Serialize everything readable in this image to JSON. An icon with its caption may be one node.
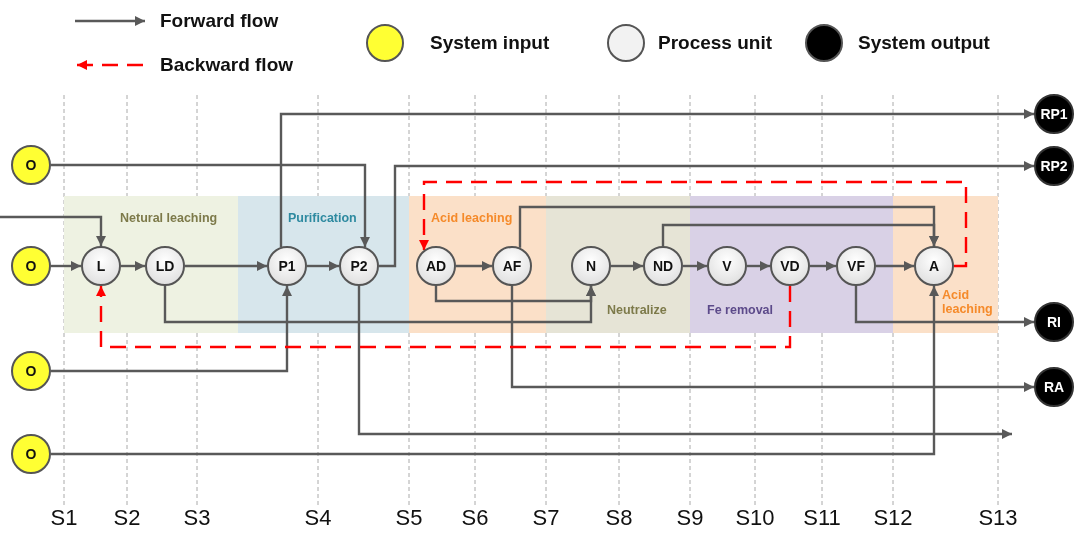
{
  "diagram": {
    "nodes": [
      {
        "text": [
          "O"
        ]
      },
      {
        "text": [
          "O"
        ]
      },
      {
        "text": [
          "O"
        ]
      },
      {
        "text": [
          "O"
        ]
      },
      {
        "text": [
          "Netural leaching"
        ]
      },
      {
        "text": [
          "L"
        ],
        "in": 4
      },
      {
        "text": [
          "LD"
        ],
        "in": 4
      },
      {
        "text": [
          "Purification"
        ]
      },
      {
        "text": [
          "P1"
        ],
        "in": 7
      },
      {
        "text": [
          "P2"
        ],
        "in": 7
      },
      {
        "text": [
          "Acid leaching"
        ]
      },
      {
        "text": [
          "AD"
        ],
        "in": 10
      },
      {
        "text": [
          "AF"
        ],
        "in": 10
      },
      {
        "text": [
          "Neutralize"
        ]
      },
      {
        "text": [
          "N"
        ],
        "in": 13
      },
      {
        "text": [
          "ND"
        ],
        "in": 13
      },
      {
        "text": [
          "Fe removal"
        ]
      },
      {
        "text": [
          "V"
        ],
        "in": 16
      },
      {
        "text": [
          "VD"
        ],
        "in": 16
      },
      {
        "text": [
          "VF"
        ],
        "in": 16
      },
      {
        "text": [
          "Acid leaching"
        ]
      },
      {
        "text": [
          "A"
        ],
        "in": 20
      },
      {
        "text": [
          "RP1"
        ]
      },
      {
        "text": [
          "RP2"
        ]
      },
      {
        "text": [
          "RI"
        ]
      },
      {
        "text": [
          "RA"
        ]
      }
    ],
    "edges": [
      {
        "from": 1,
        "to": 5,
        "arrow": "to"
      },
      {
        "from": null,
        "to": 5,
        "arrow": "to"
      },
      {
        "from": 5,
        "to": 6,
        "arrow": "to"
      },
      {
        "from": 6,
        "to": 8,
        "arrow": "to"
      },
      {
        "from": 8,
        "to": 9,
        "arrow": "to"
      },
      {
        "from": 0,
        "to": 9,
        "arrow": "to"
      },
      {
        "from": 2,
        "to": 8,
        "arrow": "to"
      },
      {
        "from": 8,
        "to": 22,
        "arrow": "to"
      },
      {
        "from": 9,
        "to": 23,
        "arrow": "to"
      },
      {
        "from": 9,
        "to": null,
        "arrow": "to"
      },
      {
        "from": 6,
        "to": 14,
        "arrow": "to"
      },
      {
        "from": 11,
        "to": 14,
        "arrow": "to"
      },
      {
        "from": 11,
        "to": 12,
        "arrow": "to"
      },
      {
        "from": 12,
        "to": 21,
        "arrow": "to"
      },
      {
        "from": 12,
        "to": 25,
        "arrow": "to"
      },
      {
        "from": 14,
        "to": 15,
        "arrow": "to"
      },
      {
        "from": 15,
        "to": 21,
        "arrow": "to"
      },
      {
        "from": 15,
        "to": 17,
        "arrow": "to"
      },
      {
        "from": 17,
        "to": 18,
        "arrow": "to"
      },
      {
        "from": 18,
        "to": 19,
        "arrow": "to"
      },
      {
        "from": 19,
        "to": 21,
        "arrow": "to"
      },
      {
        "from": 19,
        "to": 24,
        "arrow": "to"
      },
      {
        "from": 3,
        "to": 21,
        "arrow": "to"
      },
      {
        "from": 21,
        "to": 11,
        "arrow": "to",
        "style": "dashed",
        "color": "#ff0000"
      },
      {
        "from": 18,
        "to": 5,
        "arrow": "to",
        "style": "dashed",
        "color": "#ff0000"
      }
    ],
    "labels": [
      "S1",
      "S2",
      "S3",
      "S4",
      "S5",
      "S6",
      "S7",
      "S8",
      "S9",
      "S10",
      "S11",
      "S12",
      "S13"
    ],
    "legend": [
      {
        "text": "Forward flow"
      },
      {
        "text": "Backward flow"
      },
      {
        "text": "System input",
        "color": "#ffff33"
      },
      {
        "text": "Process unit",
        "color": "#f2f2f2"
      },
      {
        "text": "System output",
        "color": "#000000"
      }
    ]
  }
}
